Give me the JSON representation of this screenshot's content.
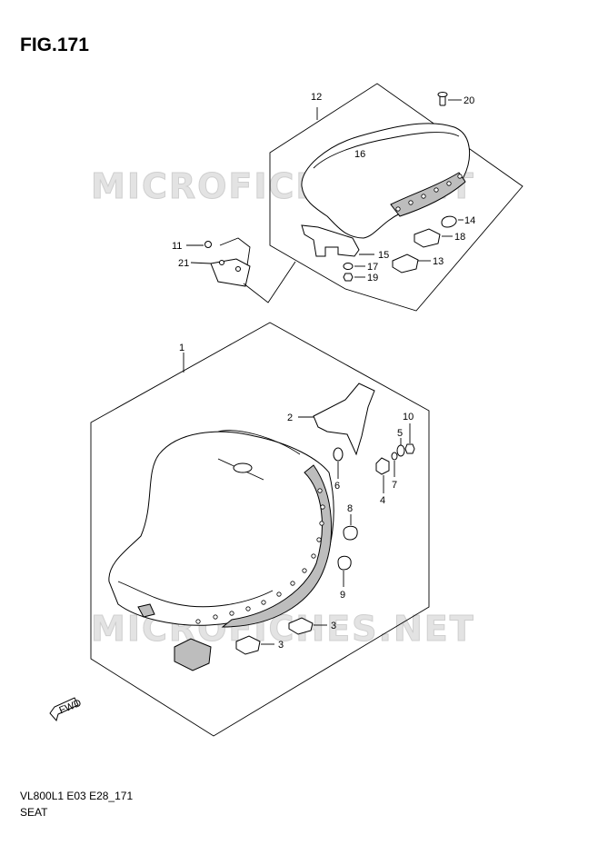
{
  "figure": {
    "title": "FIG.171",
    "code": "VL800L1 E03 E28_171",
    "caption": "SEAT"
  },
  "watermark": "MICROFICHES.NET",
  "fwd_label": "FWD",
  "callouts": {
    "c1": "1",
    "c2": "2",
    "c3a": "3",
    "c3b": "3",
    "c4": "4",
    "c5": "5",
    "c6": "6",
    "c7": "7",
    "c8": "8",
    "c9": "9",
    "c10": "10",
    "c11": "11",
    "c12": "12",
    "c13": "13",
    "c14": "14",
    "c15": "15",
    "c16": "16",
    "c17": "17",
    "c18": "18",
    "c19": "19",
    "c20": "20",
    "c21": "21"
  }
}
